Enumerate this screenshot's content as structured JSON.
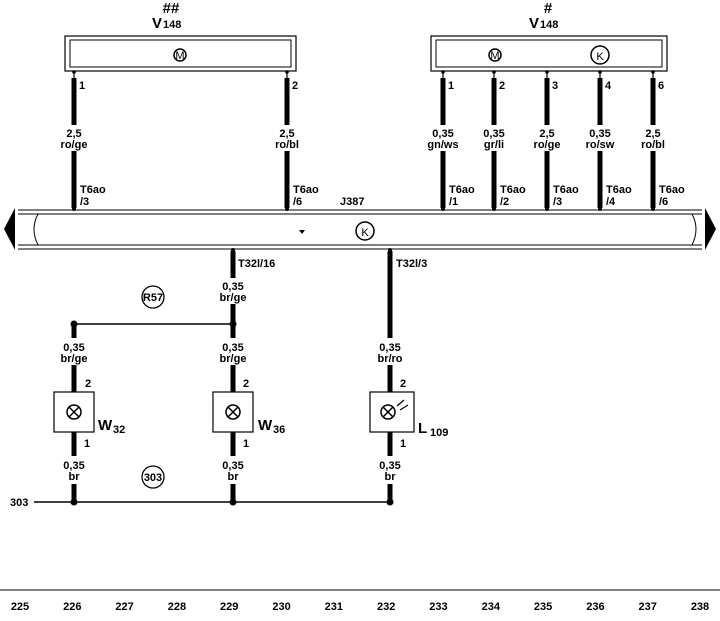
{
  "components": {
    "v148_left": {
      "mark": "##",
      "name": "V",
      "index": "148"
    },
    "v148_right": {
      "mark": "#",
      "name": "V",
      "index": "148"
    },
    "j387": {
      "name": "J387"
    },
    "w32": {
      "name": "W",
      "index": "32"
    },
    "w36": {
      "name": "W",
      "index": "36"
    },
    "l109": {
      "name": "L",
      "index": "109"
    }
  },
  "top_wires": [
    {
      "pin": "1",
      "size": "2,5",
      "color": "ro/ge",
      "conn": "T6ao",
      "conn_pin": "/3"
    },
    {
      "pin": "2",
      "size": "2,5",
      "color": "ro/bl",
      "conn": "T6ao",
      "conn_pin": "/6"
    },
    {
      "pin": "1",
      "size": "0,35",
      "color": "gn/ws",
      "conn": "T6ao",
      "conn_pin": "/1"
    },
    {
      "pin": "2",
      "size": "0,35",
      "color": "gr/li",
      "conn": "T6ao",
      "conn_pin": "/2"
    },
    {
      "pin": "3",
      "size": "2,5",
      "color": "ro/ge",
      "conn": "T6ao",
      "conn_pin": "/3"
    },
    {
      "pin": "4",
      "size": "0,35",
      "color": "ro/sw",
      "conn": "T6ao",
      "conn_pin": "/4"
    },
    {
      "pin": "6",
      "size": "2,5",
      "color": "ro/bl",
      "conn": "T6ao",
      "conn_pin": "/6"
    }
  ],
  "lower": {
    "conn_left": "T32l/16",
    "conn_right": "T32l/3",
    "wire_229_size": "0,35",
    "wire_229_color": "br/ge",
    "wire_232_size": "0,35",
    "wire_232_color": "br/ro",
    "r57_label": "R57",
    "w32_top_size": "0,35",
    "w32_top_color": "br/ge",
    "w36_top_size": "0,35",
    "w36_top_color": "br/ge",
    "pin_top": "2",
    "pin_bottom": "1",
    "w32_bot_size": "0,35",
    "w32_bot_color": "br",
    "w36_bot_size": "0,35",
    "w36_bot_color": "br",
    "l109_bot_size": "0,35",
    "l109_bot_color": "br",
    "ground_label": "303",
    "ground_circle": "303"
  },
  "scale": [
    "225",
    "226",
    "227",
    "228",
    "229",
    "230",
    "231",
    "232",
    "233",
    "234",
    "235",
    "236",
    "237",
    "238"
  ]
}
